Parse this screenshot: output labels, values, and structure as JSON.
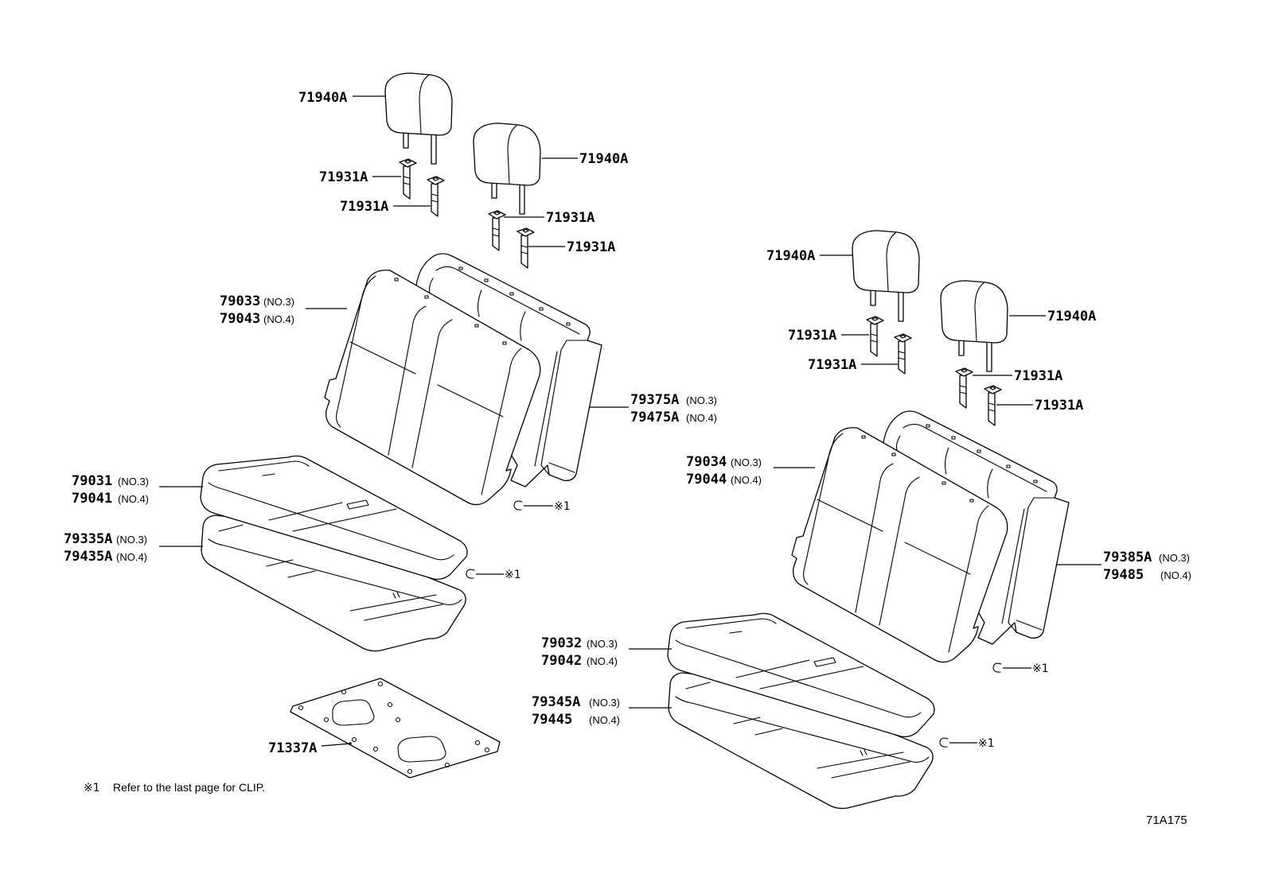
{
  "colors": {
    "line": "#000000",
    "background": "#ffffff"
  },
  "left": {
    "headrest_a": "71940A",
    "headrest_b": "71940A",
    "support_a": "71931A",
    "support_b": "71931A",
    "support_c": "71931A",
    "support_d": "71931A",
    "seatback_cover": [
      {
        "part": "79033",
        "variant": "(NO.3)"
      },
      {
        "part": "79043",
        "variant": "(NO.4)"
      }
    ],
    "seatback_pad": [
      {
        "part": "79375A",
        "variant": "(NO.3)"
      },
      {
        "part": "79475A",
        "variant": "(NO.4)"
      }
    ],
    "cushion_cover": [
      {
        "part": "79031",
        "variant": "(NO.3)"
      },
      {
        "part": "79041",
        "variant": "(NO.4)"
      }
    ],
    "cushion_pad": [
      {
        "part": "79335A",
        "variant": "(NO.3)"
      },
      {
        "part": "79435A",
        "variant": "(NO.4)"
      }
    ],
    "plate": "71337A",
    "clip_ref_a": "※1",
    "clip_ref_b": "※1"
  },
  "right": {
    "headrest_a": "71940A",
    "headrest_b": "71940A",
    "support_a": "71931A",
    "support_b": "71931A",
    "support_c": "71931A",
    "support_d": "71931A",
    "seatback_cover": [
      {
        "part": "79034",
        "variant": "(NO.3)"
      },
      {
        "part": "79044",
        "variant": "(NO.4)"
      }
    ],
    "seatback_pad": [
      {
        "part": "79385A",
        "variant": "(NO.3)"
      },
      {
        "part": "79485",
        "variant": "(NO.4)"
      }
    ],
    "cushion_cover": [
      {
        "part": "79032",
        "variant": "(NO.3)"
      },
      {
        "part": "79042",
        "variant": "(NO.4)"
      }
    ],
    "cushion_pad": [
      {
        "part": "79345A",
        "variant": "(NO.3)"
      },
      {
        "part": "79445",
        "variant": "(NO.4)"
      }
    ],
    "clip_ref_a": "※1",
    "clip_ref_b": "※1"
  },
  "footnote": {
    "mark": "※1",
    "text": "Refer to the last page for CLIP."
  },
  "drawing_number": "71A175"
}
